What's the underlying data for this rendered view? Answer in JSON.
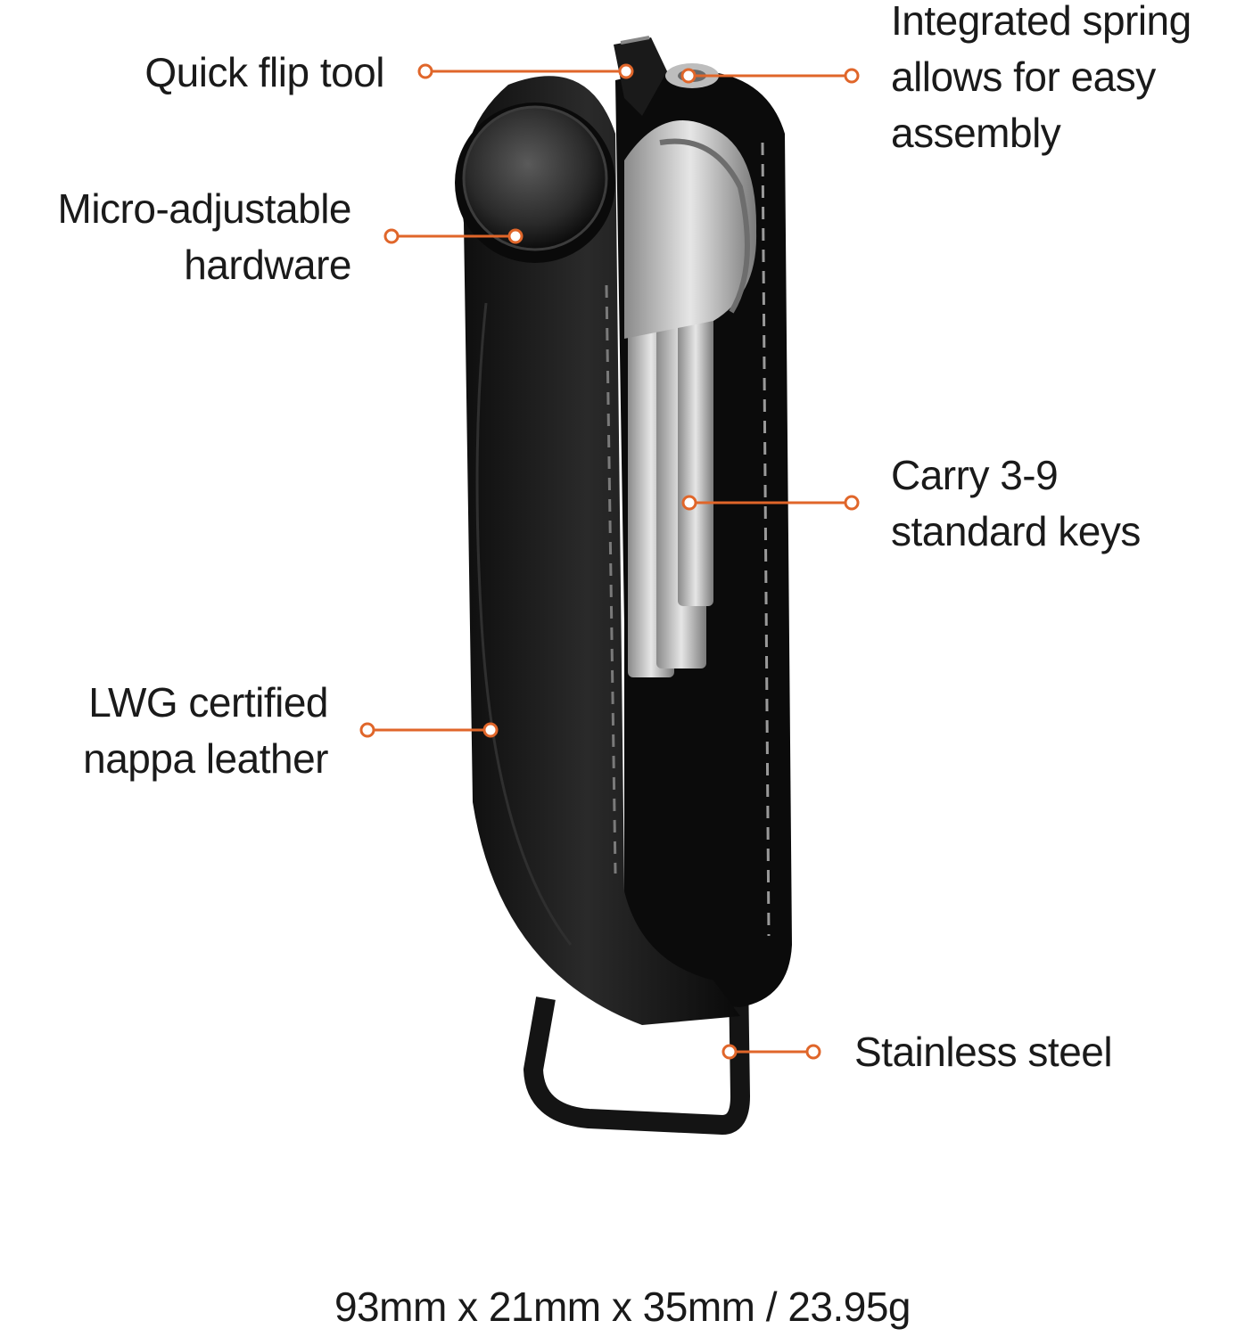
{
  "accent_color": "#e0662a",
  "callouts": {
    "quick_flip_tool": "Quick flip tool",
    "integrated_spring": "Integrated spring\nallows for easy\nassembly",
    "micro_adjustable": "Micro-adjustable\nhardware",
    "carry_keys": "Carry 3-9\nstandard keys",
    "leather": "LWG certified\nnappa leather",
    "stainless_steel": "Stainless steel"
  },
  "product": {
    "icons": [
      "key-organizer-image",
      "leather-strap-icon",
      "keys-icon",
      "spring-icon",
      "flip-tool-icon",
      "hardware-cap-icon",
      "d-ring-icon"
    ]
  },
  "dimensions": "93mm x 21mm x 35mm / 23.95g"
}
